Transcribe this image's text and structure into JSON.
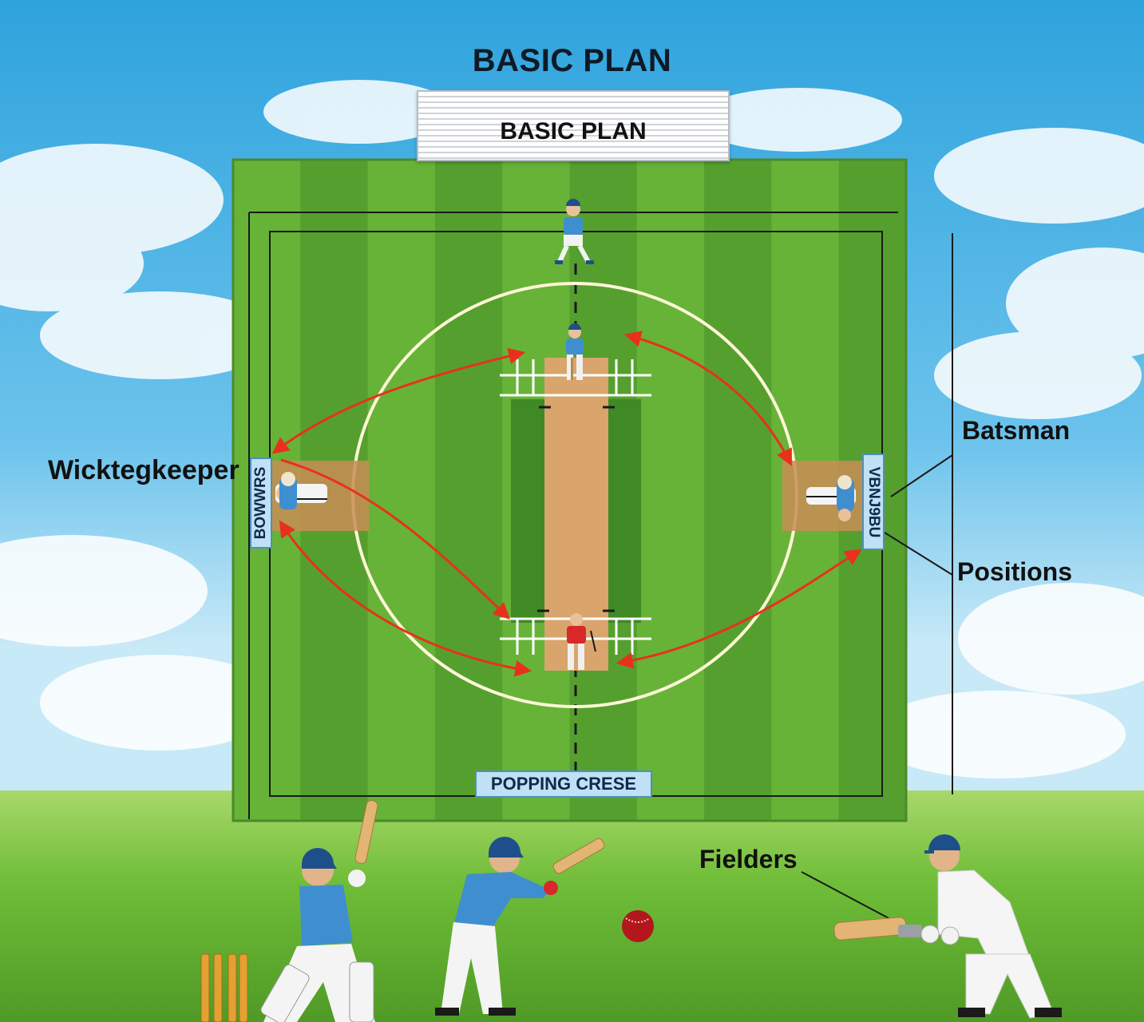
{
  "title": "BASIC PLAN",
  "signboard": {
    "text": "BASIC PLAN"
  },
  "labels": {
    "wicketkeeper": "Wicktegkeeper",
    "batsman": "Batsman",
    "positions": "Positions",
    "fielders": "Fielders"
  },
  "tags": {
    "bowlers": "BOWWRS",
    "right_end": "VBNJ9BU",
    "popping_crease": "POPPING CRESE"
  },
  "colors": {
    "sky": "#3aa9e0",
    "grass_light": "#6fbf3a",
    "grass_dark": "#4f9a2b",
    "pitch": "#d9a56c",
    "circle": "#fff7d6",
    "arrow": "#e8311c",
    "jersey_blue": "#3f8fd0",
    "jersey_red": "#d8282a"
  }
}
